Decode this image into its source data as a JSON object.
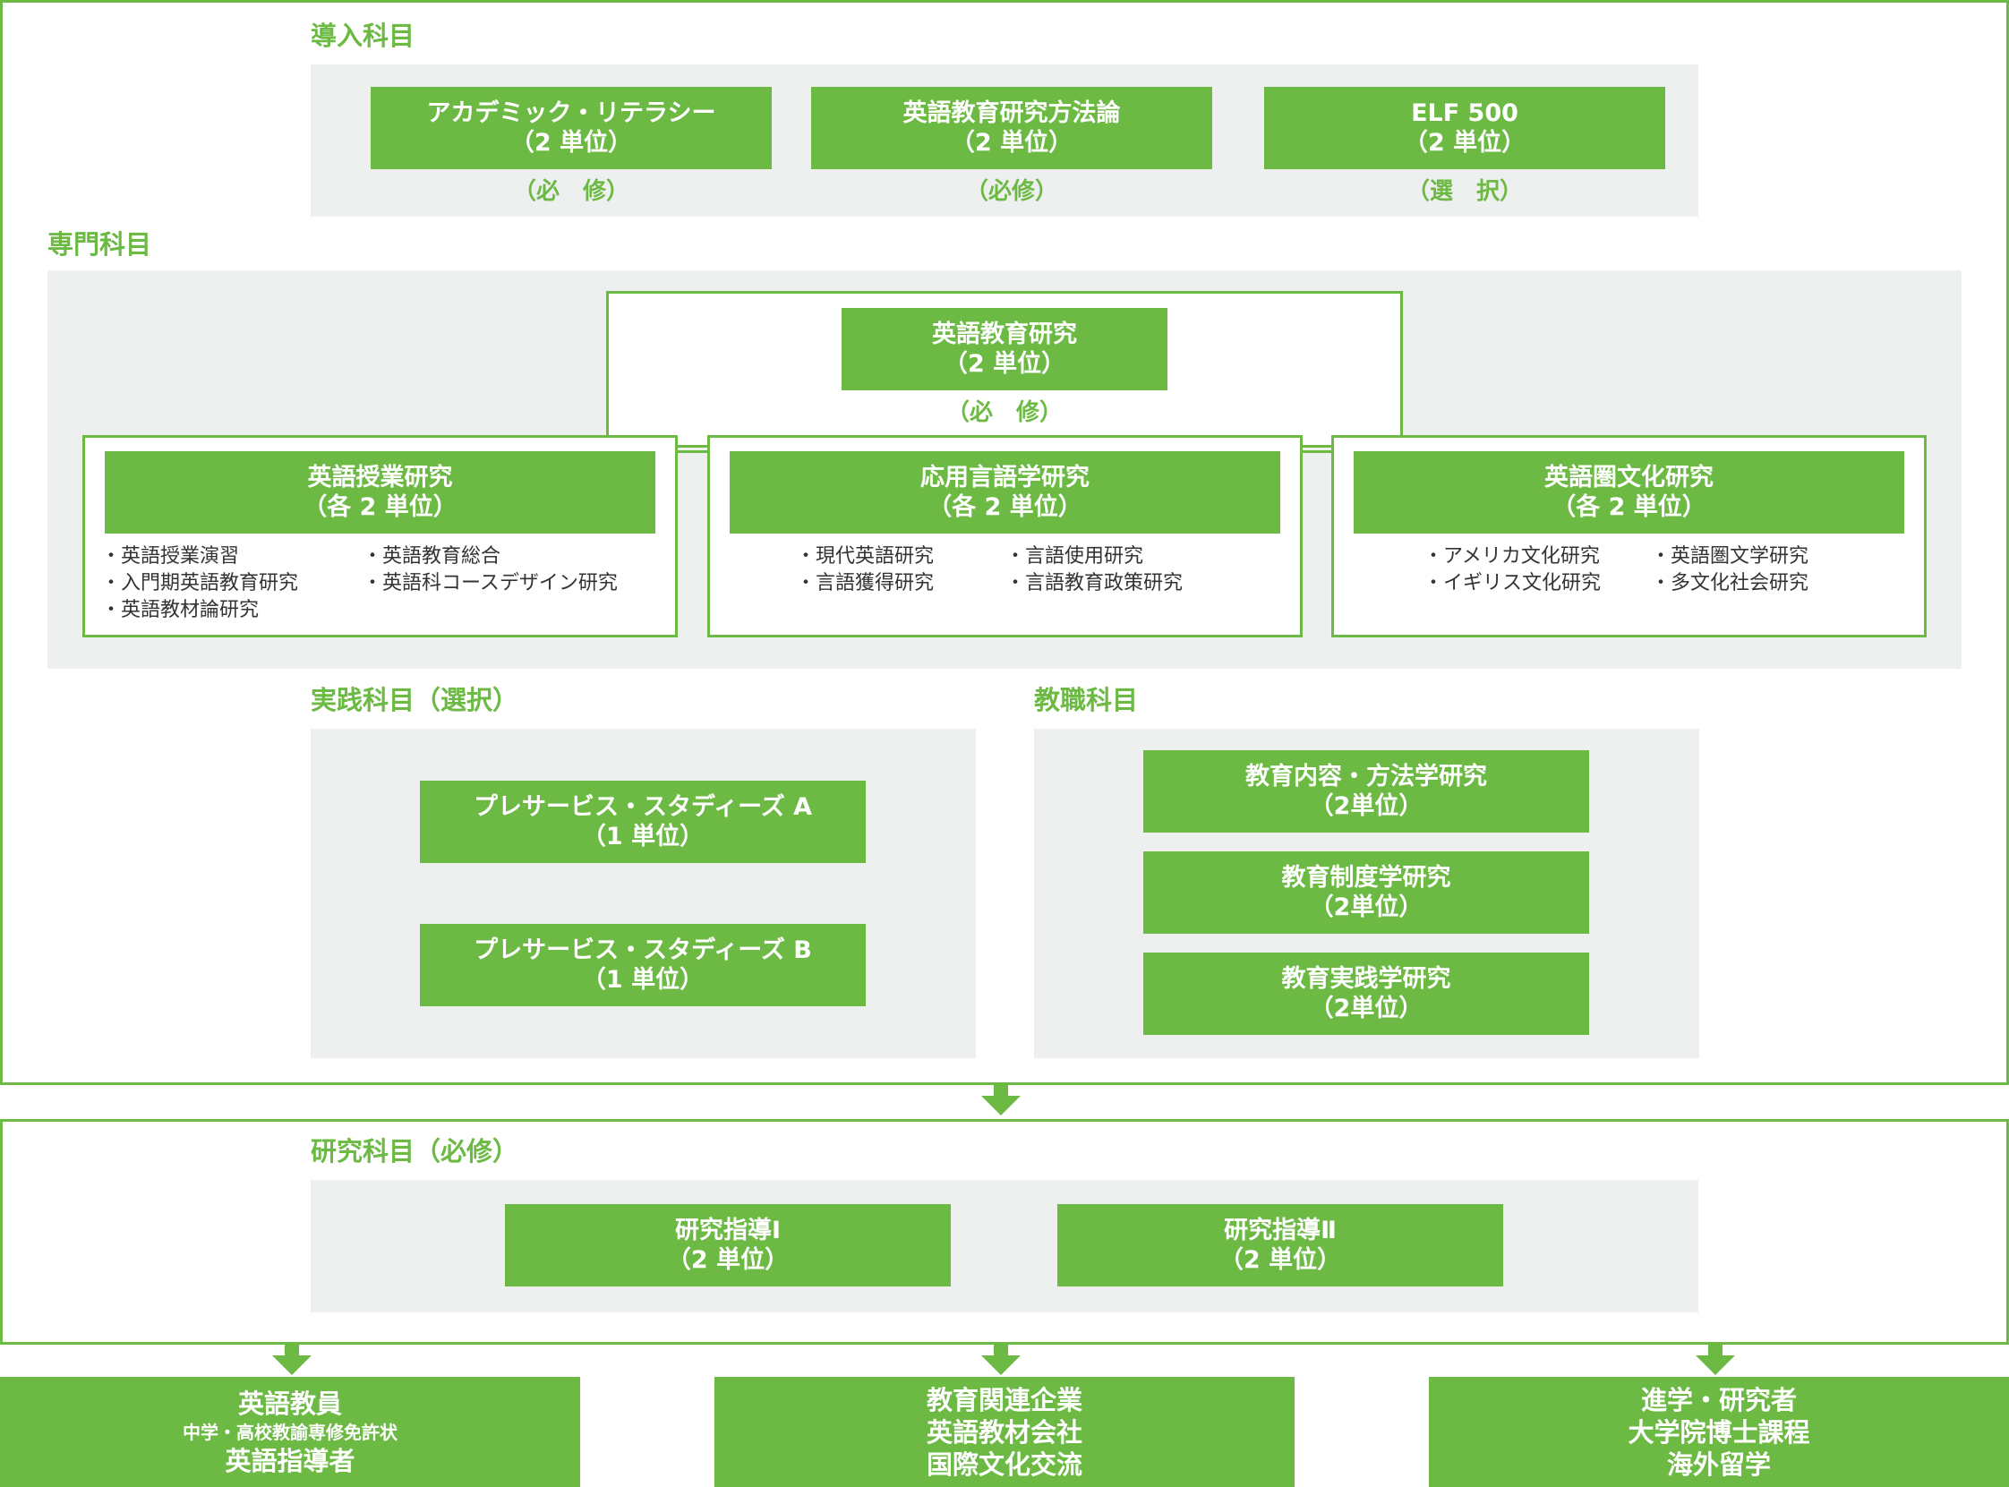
{
  "intro": {
    "heading": "導入科目",
    "courses": [
      {
        "name": "アカデミック・リテラシー",
        "credits": "（2 単位）",
        "note": "（必　修）"
      },
      {
        "name": "英語教育研究方法論",
        "credits": "（2 単位）",
        "note": "（必修）"
      },
      {
        "name": "ELF 500",
        "credits": "（2 単位）",
        "note": "（選　択）"
      }
    ]
  },
  "specialized": {
    "heading": "専門科目",
    "core": {
      "name": "英語教育研究",
      "credits": "（2 単位）",
      "note": "（必　修）"
    },
    "groups": [
      {
        "name": "英語授業研究",
        "credits": "（各 2 単位）",
        "col1": [
          "・英語授業演習",
          "・入門期英語教育研究",
          "・英語教材論研究"
        ],
        "col2": [
          "・英語教育総合",
          "・英語科コースデザイン研究"
        ]
      },
      {
        "name": "応用言語学研究",
        "credits": "（各 2 単位）",
        "col1": [
          "・現代英語研究",
          "・言語獲得研究"
        ],
        "col2": [
          "・言語使用研究",
          "・言語教育政策研究"
        ]
      },
      {
        "name": "英語圏文化研究",
        "credits": "（各 2 単位）",
        "col1": [
          "・アメリカ文化研究",
          "・イギリス文化研究"
        ],
        "col2": [
          "・英語圏文学研究",
          "・多文化社会研究"
        ]
      }
    ]
  },
  "practical": {
    "heading": "実践科目（選択）",
    "courses": [
      {
        "name": "プレサービス・スタディーズ A",
        "credits": "（1 単位）"
      },
      {
        "name": "プレサービス・スタディーズ B",
        "credits": "（1 単位）"
      }
    ]
  },
  "teaching": {
    "heading": "教職科目",
    "courses": [
      {
        "name": "教育内容・方法学研究",
        "credits": "（2単位）"
      },
      {
        "name": "教育制度学研究",
        "credits": "（2単位）"
      },
      {
        "name": "教育実践学研究",
        "credits": "（2単位）"
      }
    ]
  },
  "research": {
    "heading": "研究科目（必修）",
    "courses": [
      {
        "name": "研究指導Ⅰ",
        "credits": "（2 単位）"
      },
      {
        "name": "研究指導Ⅱ",
        "credits": "（2 単位）"
      }
    ]
  },
  "careers": [
    {
      "line1": "英語教員",
      "line2": "中学・高校教諭専修免許状",
      "line3": "英語指導者"
    },
    {
      "line1": "教育関連企業",
      "line2": "英語教材会社",
      "line3": "国際文化交流"
    },
    {
      "line1": "進学・研究者",
      "line2": "大学院博士課程",
      "line3": "海外留学"
    }
  ],
  "colors": {
    "accent": "#6cba44",
    "panel": "#eeefef",
    "text": "#333333"
  }
}
